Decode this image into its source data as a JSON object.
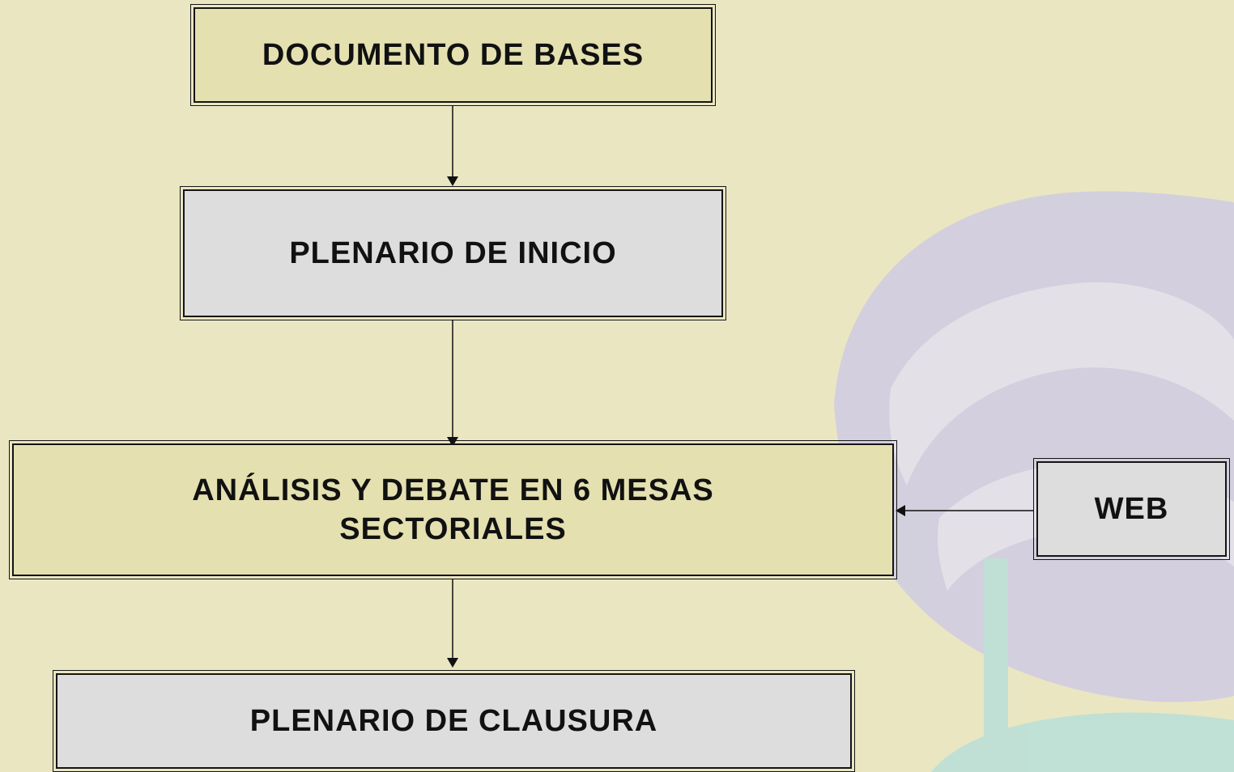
{
  "colors": {
    "background": "#eae6c2",
    "box_beige": "#e4e0b0",
    "box_gray": "#dddddd",
    "watermark_purple": "#cfcbe3",
    "watermark_teal": "#b9dfd9",
    "border": "#141414"
  },
  "nodes": {
    "documento_de_bases": {
      "label": "DOCUMENTO DE BASES"
    },
    "plenario_de_inicio": {
      "label": "PLENARIO DE INICIO"
    },
    "analisis_y_debate": {
      "label": "ANÁLISIS Y DEBATE EN 6 MESAS SECTORIALES"
    },
    "plenario_de_clausura": {
      "label": "PLENARIO DE CLAUSURA"
    },
    "web": {
      "label": "WEB"
    }
  },
  "edges": [
    {
      "from": "documento_de_bases",
      "to": "plenario_de_inicio"
    },
    {
      "from": "plenario_de_inicio",
      "to": "analisis_y_debate"
    },
    {
      "from": "analisis_y_debate",
      "to": "plenario_de_clausura"
    },
    {
      "from": "web",
      "to": "analisis_y_debate"
    }
  ],
  "background_decoration": {
    "icon": "globe-watermark-icon"
  }
}
